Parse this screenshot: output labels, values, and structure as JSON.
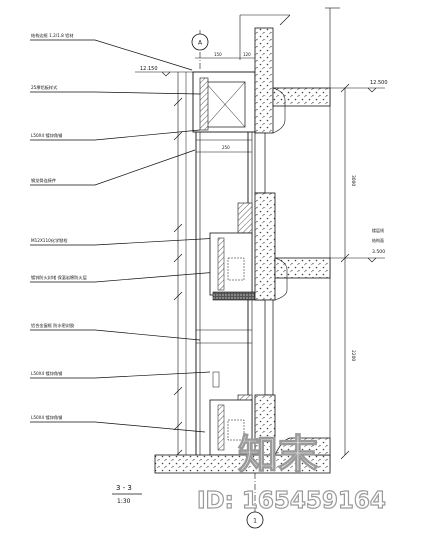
{
  "left_callouts": [
    "结构边框 1.2/1.8 铝材",
    "25厚铝板样式",
    "L50X4 镀锌角钢",
    "钢龙骨连接件",
    "M12X110化学锨栓",
    "镀锌防火封堵 保温岩棉防火层",
    "铝合金窗框 防水密封胶",
    "L50X4 镀锌角钢",
    "L50X4 镀锌角钢"
  ],
  "axis_labels": {
    "top": "A",
    "bottom": "1"
  },
  "levels": {
    "left_top": "12.150",
    "right_top": "12.500",
    "right_mid_a": "楼层线",
    "right_mid_b": "结构面",
    "right_mid_c": "3.500"
  },
  "dims": {
    "top_a": "150",
    "top_b": "120",
    "mid": "250",
    "right_top": "3000",
    "right_bottom": "2200"
  },
  "section_title": "3 - 3",
  "section_scale": "1:30",
  "watermark": {
    "logo": "知末",
    "id": "ID: 165459164"
  }
}
